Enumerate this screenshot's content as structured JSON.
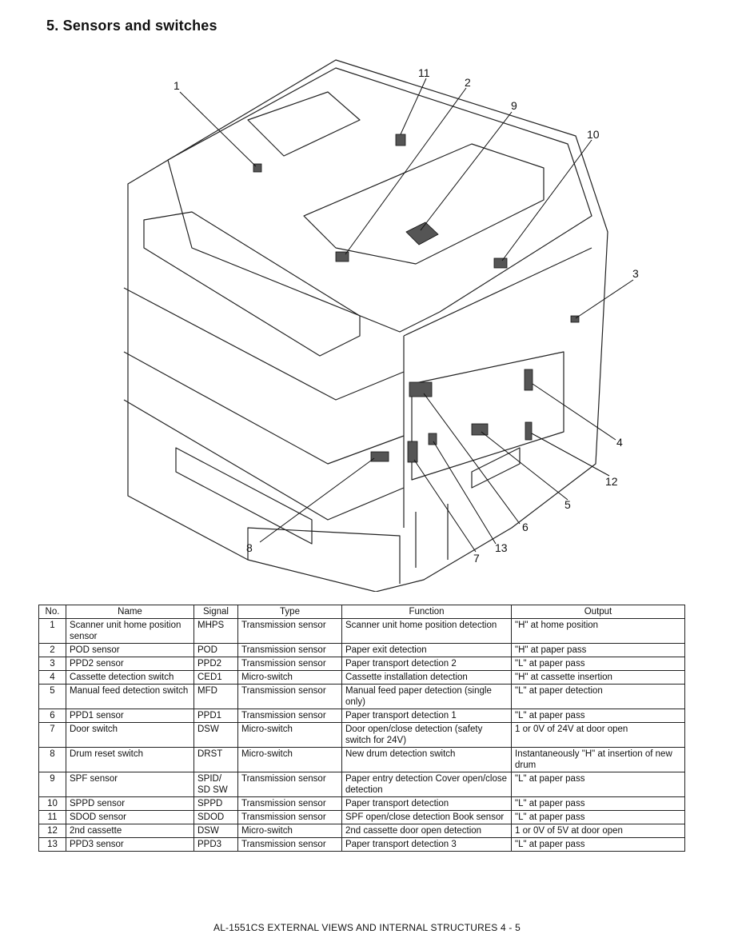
{
  "section_title": "5. Sensors and switches",
  "figure": {
    "callouts": [
      "1",
      "11",
      "2",
      "9",
      "10",
      "3",
      "4",
      "12",
      "5",
      "6",
      "13",
      "7",
      "8"
    ]
  },
  "table": {
    "headers": [
      "No.",
      "Name",
      "Signal",
      "Type",
      "Function",
      "Output"
    ],
    "rows": [
      {
        "no": "1",
        "name": "Scanner unit home position sensor",
        "signal": "MHPS",
        "type": "Transmission sensor",
        "function": "Scanner unit home position detection",
        "output": "\"H\" at home position"
      },
      {
        "no": "2",
        "name": "POD sensor",
        "signal": "POD",
        "type": "Transmission sensor",
        "function": "Paper exit detection",
        "output": "\"H\" at paper pass"
      },
      {
        "no": "3",
        "name": "PPD2 sensor",
        "signal": "PPD2",
        "type": "Transmission sensor",
        "function": "Paper transport detection 2",
        "output": "\"L\" at paper pass"
      },
      {
        "no": "4",
        "name": "Cassette detection switch",
        "signal": "CED1",
        "type": "Micro-switch",
        "function": "Cassette installation detection",
        "output": "\"H\" at cassette insertion"
      },
      {
        "no": "5",
        "name": "Manual feed detection switch",
        "signal": "MFD",
        "type": "Transmission sensor",
        "function": "Manual feed paper detection (single only)",
        "output": "\"L\" at paper detection"
      },
      {
        "no": "6",
        "name": "PPD1 sensor",
        "signal": "PPD1",
        "type": "Transmission sensor",
        "function": "Paper transport detection 1",
        "output": "\"L\" at paper pass"
      },
      {
        "no": "7",
        "name": "Door switch",
        "signal": "DSW",
        "type": "Micro-switch",
        "function": "Door open/close detection (safety switch for 24V)",
        "output": "1 or 0V of 24V at door open"
      },
      {
        "no": "8",
        "name": "Drum reset switch",
        "signal": "DRST",
        "type": "Micro-switch",
        "function": "New drum detection switch",
        "output": "Instantaneously \"H\" at insertion of new drum"
      },
      {
        "no": "9",
        "name": "SPF sensor",
        "signal": "SPID/ SD SW",
        "type": "Transmission sensor",
        "function": "Paper entry detection Cover open/close detection",
        "output": "\"L\" at paper pass"
      },
      {
        "no": "10",
        "name": "SPPD sensor",
        "signal": "SPPD",
        "type": "Transmission sensor",
        "function": "Paper transport detection",
        "output": "\"L\" at paper pass"
      },
      {
        "no": "11",
        "name": "SDOD sensor",
        "signal": "SDOD",
        "type": "Transmission sensor",
        "function": "SPF open/close detection Book sensor",
        "output": "\"L\" at paper pass"
      },
      {
        "no": "12",
        "name": "2nd cassette",
        "signal": "DSW",
        "type": "Micro-switch",
        "function": "2nd cassette door open detection",
        "output": "1 or 0V of 5V at door open"
      },
      {
        "no": "13",
        "name": "PPD3 sensor",
        "signal": "PPD3",
        "type": "Transmission sensor",
        "function": "Paper transport detection 3",
        "output": "\"L\" at paper pass"
      }
    ]
  },
  "footer": "AL-1551CS EXTERNAL VIEWS AND INTERNAL STRUCTURES 4 - 5"
}
